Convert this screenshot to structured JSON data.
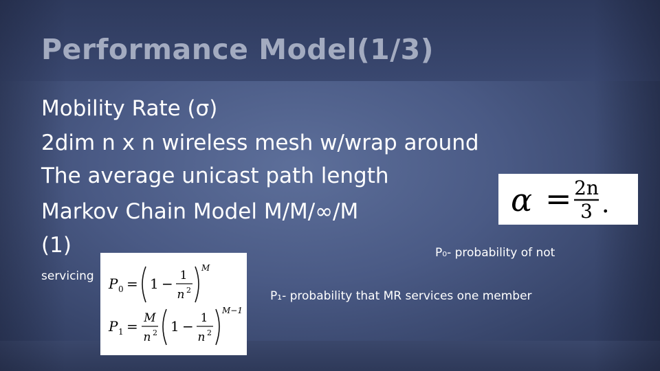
{
  "slide": {
    "title": "Performance Model(1/3)",
    "lines": [
      "Mobility Rate (σ)",
      "2dim n x n wireless mesh w/wrap around",
      "The average unicast path length",
      "Markov Chain Model M/M/∞/M",
      "(1)"
    ],
    "servicing_label": "servicing",
    "p0_label": "P₀- probability of not",
    "p1_label": "P₁- probability that MR services one member"
  },
  "formulas": {
    "alpha": {
      "lhs": "α",
      "eq": "=",
      "num": "2n",
      "den": "3",
      "tail": "."
    },
    "p0": {
      "lhs": "P",
      "sub": "0",
      "eq": "=",
      "one": "1",
      "minus": "−",
      "num": "1",
      "den": "n",
      "den_exp": "2",
      "exp": "M"
    },
    "p1": {
      "lhs": "P",
      "sub": "1",
      "eq": "=",
      "frac_num": "M",
      "frac_den": "n",
      "frac_den_exp": "2",
      "one": "1",
      "minus": "−",
      "num": "1",
      "den": "n",
      "den_exp": "2",
      "exp": "M−1"
    }
  }
}
